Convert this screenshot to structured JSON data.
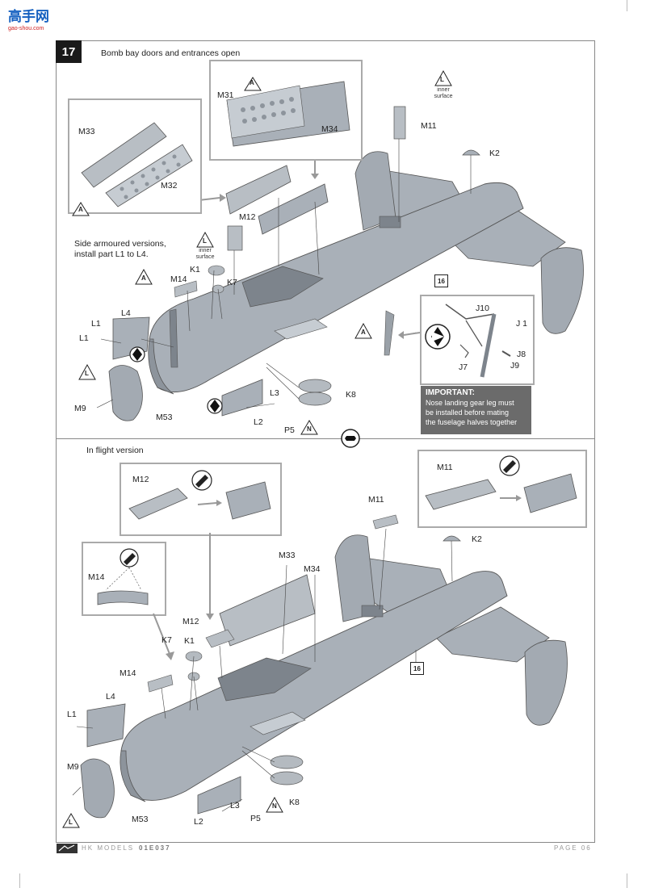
{
  "watermark": {
    "name": "高手网",
    "url": "gao-shou.com"
  },
  "step": {
    "number": "17"
  },
  "top_section": {
    "caption": "Bomb bay doors and entrances open",
    "note": "Side armoured versions,\ninstall part L1 to L4.",
    "inner_surface_label": "inner\nsurface",
    "important": {
      "title": "IMPORTANT:",
      "lines": [
        "Nose landing gear leg must",
        "be installed before mating",
        "the fuselage halves together"
      ]
    },
    "parts": {
      "m31": "M31",
      "m34": "M34",
      "m33": "M33",
      "m32": "M32",
      "m11": "M11",
      "k2": "K2",
      "m12": "M12",
      "k1": "K1",
      "k7": "K7",
      "m14": "M14",
      "l4": "L4",
      "l1": "L1",
      "m9": "M9",
      "m53": "M53",
      "l3": "L3",
      "k8": "K8",
      "l2": "L2",
      "p5": "P5",
      "j10": "J10",
      "j1": "J 1",
      "j8": "J8",
      "j7": "J7",
      "j9": "J9"
    },
    "markers": {
      "a": "A",
      "l": "L",
      "n": "N"
    },
    "ref": "16"
  },
  "bottom_section": {
    "caption": "In flight version",
    "parts": {
      "m12_box": "M12",
      "m11_box": "M11",
      "m14_box": "M14",
      "m11": "M11",
      "k2": "K2",
      "m33": "M33",
      "m34": "M34",
      "m12": "M12",
      "k7": "K7",
      "k1": "K1",
      "m14": "M14",
      "l4": "L4",
      "l1": "L1",
      "m9": "M9",
      "m53": "M53",
      "l3": "L3",
      "k8": "K8",
      "l2": "L2",
      "p5": "P5"
    },
    "markers": {
      "l": "L",
      "n": "N"
    },
    "ref": "16"
  },
  "footer": {
    "brand": "HK MODELS",
    "code": "01E037",
    "page": "PAGE 06"
  },
  "colors": {
    "model_grey": "#a9b0b8",
    "model_dark": "#7d848c",
    "frame": "#888888",
    "important_bg": "#6b6b6b",
    "box_border": "#aaaaaa"
  }
}
